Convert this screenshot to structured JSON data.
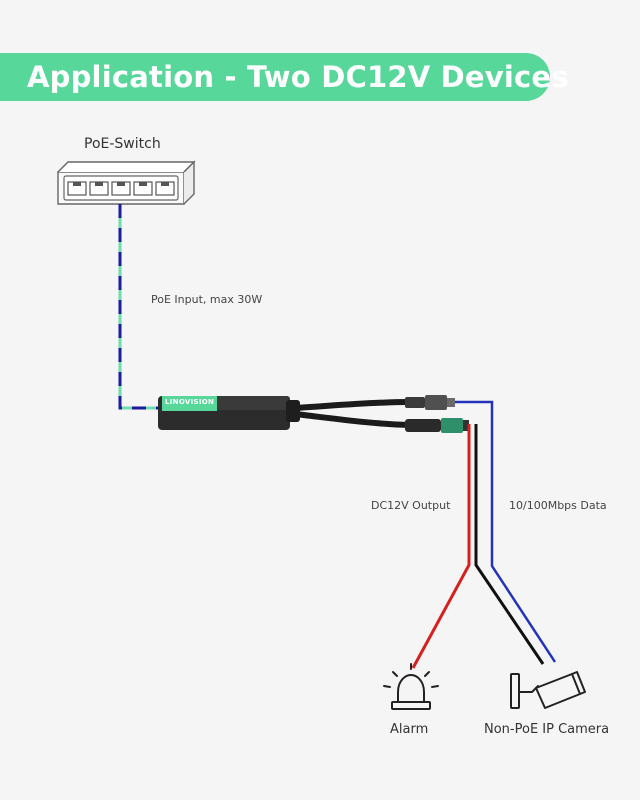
{
  "title": "Application - Two DC12V Devices",
  "labels": {
    "switch": "PoE-Switch",
    "poe_input": "PoE Input, max 30W",
    "brand": "LINOVISION",
    "dc_output": "DC12V Output",
    "data": "10/100Mbps Data",
    "alarm": "Alarm",
    "camera": "Non-PoE IP Camera"
  },
  "colors": {
    "banner": "#58d79b",
    "poe_cable_blue": "#1c1c9c",
    "poe_cable_green": "#6fdcb0",
    "power_red": "#d61f1f",
    "power_black": "#111111",
    "data_blue": "#2233bb"
  }
}
